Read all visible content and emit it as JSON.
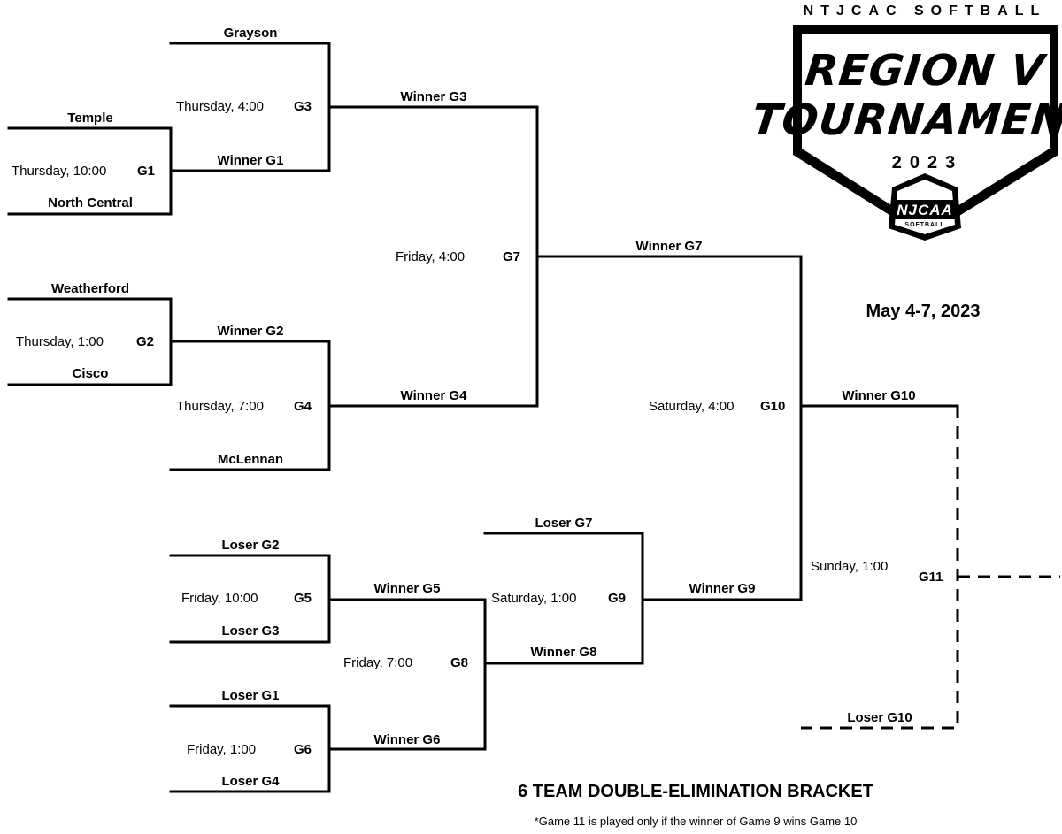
{
  "logo": {
    "header": "NTJCAC SOFTBALL",
    "title_line1": "REGION V",
    "title_line2": "TOURNAMENT",
    "year": "2023",
    "badge_text": "NJCAA",
    "badge_sub": "SOFTBALL"
  },
  "dates": "May 4-7, 2023",
  "bracket_title": "6 TEAM DOUBLE-ELIMINATION BRACKET",
  "footnote": "*Game 11 is played only if the winner of Game 9 wins Game 10",
  "games": {
    "g1": {
      "time": "Thursday, 10:00",
      "label": "G1",
      "top": "Temple",
      "bottom": "North Central"
    },
    "g2": {
      "time": "Thursday, 1:00",
      "label": "G2",
      "top": "Weatherford",
      "bottom": "Cisco"
    },
    "g3": {
      "time": "Thursday, 4:00",
      "label": "G3",
      "top": "Grayson",
      "bottom": "Winner G1"
    },
    "g4": {
      "time": "Thursday, 7:00",
      "label": "G4",
      "top": "Winner G2",
      "bottom": "McLennan"
    },
    "g5": {
      "time": "Friday, 10:00",
      "label": "G5",
      "top": "Loser G2",
      "bottom": "Loser G3"
    },
    "g6": {
      "time": "Friday, 1:00",
      "label": "G6",
      "top": "Loser G1",
      "bottom": "Loser G4"
    },
    "g7": {
      "time": "Friday, 4:00",
      "label": "G7",
      "top": "Winner G3",
      "bottom": "Winner G4"
    },
    "g8": {
      "time": "Friday, 7:00",
      "label": "G8",
      "top": "Winner G5",
      "bottom": "Winner G6"
    },
    "g9": {
      "time": "Saturday, 1:00",
      "label": "G9",
      "top": "Loser G7",
      "bottom": "Winner G8"
    },
    "g10": {
      "time": "Saturday, 4:00",
      "label": "G10",
      "top": "Winner G7",
      "bottom": "Winner G9"
    },
    "g11": {
      "time": "Sunday, 1:00",
      "label": "G11",
      "top": "Winner G10",
      "bottom": "Loser G10"
    }
  }
}
